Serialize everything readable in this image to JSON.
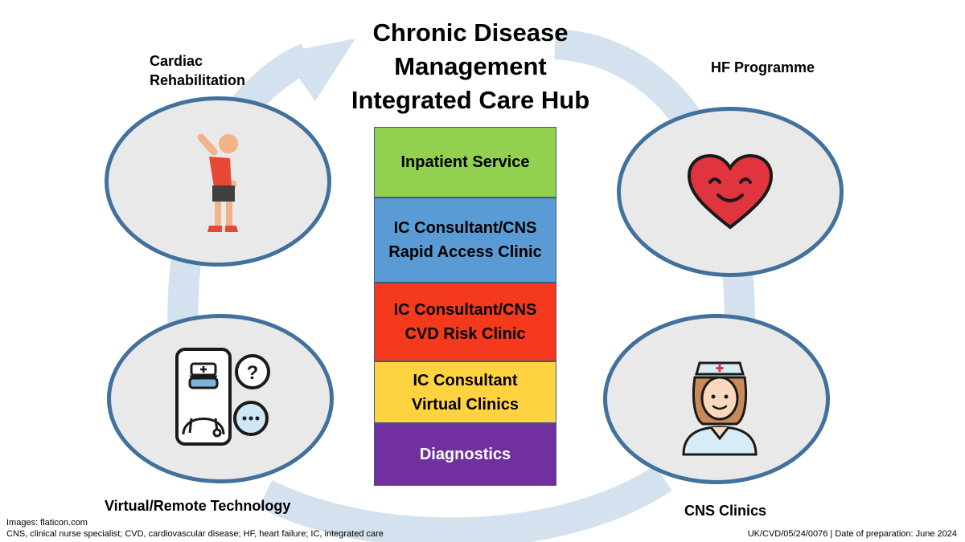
{
  "title_lines": [
    "Chronic Disease",
    "Management",
    "Integrated Care Hub"
  ],
  "nodes": {
    "cardiac_rehab": {
      "lines": [
        "Cardiac",
        "Rehabilitation"
      ],
      "icon": "exercise-person-icon"
    },
    "hf_programme": {
      "label": "HF Programme",
      "icon": "smiling-heart-icon"
    },
    "virtual_remote": {
      "label": "Virtual/Remote Technology",
      "icon": "telehealth-doctor-phone-icon"
    },
    "cns_clinics": {
      "label": "CNS Clinics",
      "icon": "nurse-icon"
    }
  },
  "stack": [
    {
      "lines": [
        "Inpatient Service"
      ],
      "color": "#92d050",
      "text_color": "#000000"
    },
    {
      "lines": [
        "IC Consultant/CNS",
        "Rapid Access Clinic"
      ],
      "color": "#5b9bd5",
      "text_color": "#000000"
    },
    {
      "lines": [
        "IC Consultant/CNS",
        "CVD Risk Clinic"
      ],
      "color": "#f5391c",
      "text_color": "#000000"
    },
    {
      "lines": [
        "IC Consultant",
        "Virtual Clinics"
      ],
      "color": "#ffd23f",
      "text_color": "#000000"
    },
    {
      "lines": [
        "Diagnostics"
      ],
      "color": "#7030a0",
      "text_color": "#ffffff"
    }
  ],
  "footer": {
    "images_credit": "Images: flaticon.com",
    "abbreviations": "CNS, clinical nurse specialist; CVD, cardiovascular disease; HF, heart failure;  IC, integrated care",
    "reference": "UK/CVD/05/24/0076 | Date of preparation: June 2024"
  },
  "colors": {
    "cycle_arrow": "#d4e1ee",
    "oval_border": "#41719c",
    "oval_fill": "#e9e9e9"
  }
}
